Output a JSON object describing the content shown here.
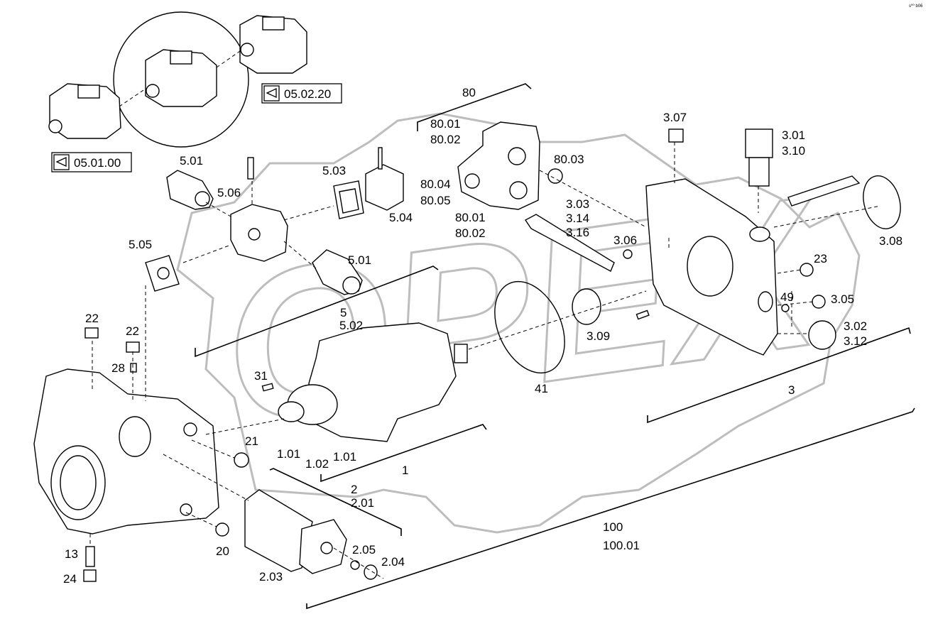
{
  "corner_code": "s⁰⁰ b06",
  "watermark": "OPEX",
  "ref_boxes": [
    {
      "id": "ref-05-02-20",
      "text": "05.02.20"
    },
    {
      "id": "ref-05-01-00",
      "text": "05.01.00"
    }
  ],
  "labels": [
    "80",
    "80.01",
    "80.02",
    "80.03",
    "80.04",
    "80.05",
    "80.01",
    "80.02",
    "5.01",
    "5.03",
    "5.06",
    "5.04",
    "5.05",
    "5.01",
    "5",
    "5.02",
    "3.07",
    "3.01",
    "3.10",
    "3.03",
    "3.14",
    "3.16",
    "3.06",
    "3.08",
    "23",
    "49",
    "3.05",
    "3.02",
    "3.12",
    "3.09",
    "41",
    "3",
    "22",
    "22",
    "28",
    "31",
    "21",
    "1.01",
    "1.02",
    "1.01",
    "1",
    "2",
    "2.01",
    "100",
    "100.01",
    "13",
    "24",
    "20",
    "2.05",
    "2.04",
    "2.03"
  ]
}
